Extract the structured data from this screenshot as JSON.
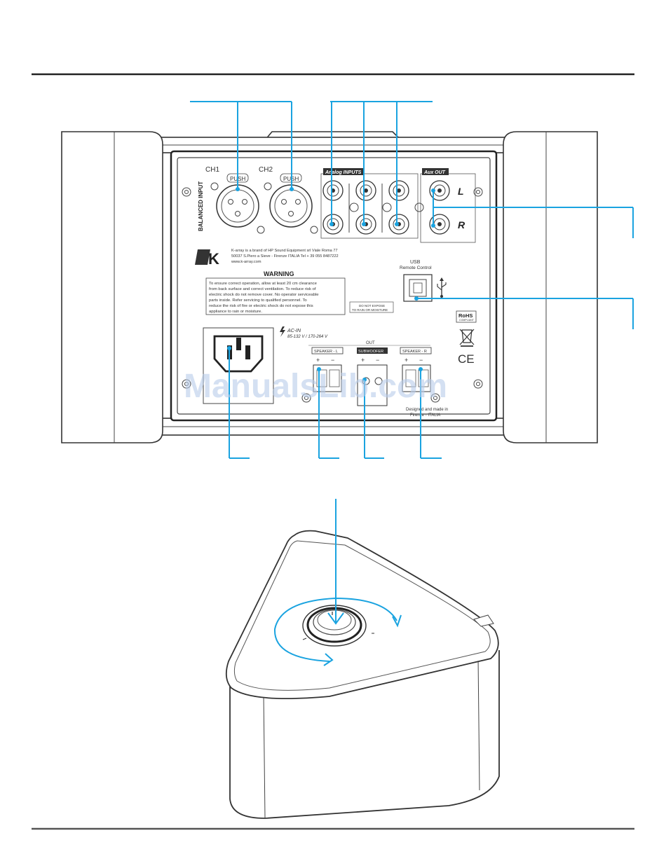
{
  "panel": {
    "ch1": "CH1",
    "ch2": "CH2",
    "push": "PUSH",
    "balanced_input": "BALANCED INPUT",
    "analog_inputs": "Analog INPUTS",
    "aux_out": "Aux OUT",
    "left": "L",
    "right": "R",
    "brand_line1": "K-array is a brand of HP Sound Equipment srl Viale Roma 77",
    "brand_line2": "50037 S.Piero a Sieve - Firenze ITALIA Tel + 39 055 8487222",
    "website": "www.k-array.com",
    "usb": "USB",
    "remote_control": "Remote Control",
    "warning_title": "WARNING",
    "warning_lines": [
      "To ensure correct operation, allow at least 20 cm clearance",
      "from back surface and correct ventilation. To reduce risk of",
      "electric shock do not remove cover. No operator serviceable",
      "parts inside. Refer servicing to qualified personnel. To",
      "reduce the risk of fire or electric shock do not expose this",
      "appliance to rain or moisture."
    ],
    "do_not_expose_1": "DO NOT EXPOSE",
    "do_not_expose_2": "TO RAIN OR MOISTURE",
    "ac_in": "AC-IN",
    "voltage": "85-132 V / 170-264 V",
    "out": "OUT",
    "speaker_l": "SPEAKER - L",
    "subwoofer": "SUBWOOFER",
    "speaker_r": "SPEAKER - R",
    "plus": "+",
    "minus": "−",
    "designed_1": "Designed and made in",
    "designed_2": "Firenze - ITALIA",
    "rohs": "RoHS",
    "rohs_sub": "COMPLIANT",
    "ce": "CE"
  },
  "watermark": "ManualsLib.com",
  "colors": {
    "callout": "#1aa3e0",
    "line": "#333333",
    "watermark": "#b9cdea"
  },
  "icons": {
    "usb": "usb-icon",
    "k_logo": "k-array-logo-icon",
    "rotate_arrows": "rotate-arrows-icon",
    "weee": "weee-bin-icon"
  }
}
